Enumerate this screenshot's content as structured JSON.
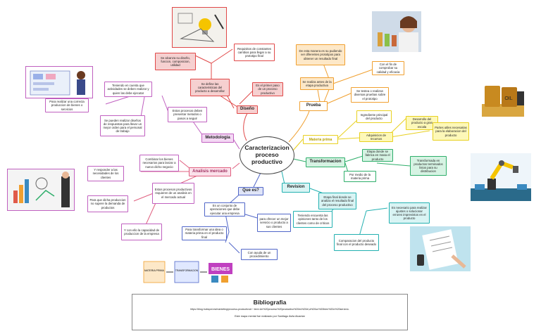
{
  "center": "Caracterizacion proceso productivo",
  "topics": {
    "diseno": "Diseño",
    "prueba": "Prueba",
    "materia_prima": "Materia prima",
    "transformacion": "Transformacion",
    "revision": "Revision",
    "que_es": "Que es?",
    "analisis": "Analisis mercado",
    "metodologia": "Metodologia"
  },
  "diseno": {
    "n1": "Se alcanza su diseño, funcion, composicion, utilidad",
    "n2": "Requisitos de constantes cambios para llegar a su prototipo final",
    "n3": "Se define las caracteristicas del producto a desarrollar",
    "n4": "Es el primer paso de un proceso productivo"
  },
  "prueba": {
    "n1": "De esta manera es su pudiendo ver diferentes prototipos para obtener un resultado final",
    "n2": "Con el fin de comprobar su calidad y eficacia",
    "n3": "Se realiza antes de la etapa productiva",
    "n4": "Se testea o realizan diversas pruebas sobre el prototipo"
  },
  "materia": {
    "n1": "Ingrediente principal del producto",
    "n2": "Desarrollo del producto a gran escala",
    "n3": "Adquisicion de recursos",
    "n4": "Partes utiles necesarias para la elaboracion del producto"
  },
  "transformacion": {
    "n1": "Etapa donde se fabrica en masa el producto",
    "n2": "Por medio de la materia prima",
    "n3": "Transformada en productos terminados listos para su distribucion"
  },
  "revision": {
    "n1": "Etapa final donde se analiza el resultado final del proceso productivo",
    "n2": "Teniendo encuenta las opiniones tanto de los clientes como de criticos",
    "n3": "Es necesario para realizar ajustes o solucionar errores imprevistos en el producto",
    "n4": "Comparacion del producto final con el producto deseado"
  },
  "que_es": {
    "n1": "Es un conjunto de operaciones que debe ejecutar una empresa",
    "n2": "para ofrecer un mejor servicio o producto a sus clientes",
    "n3": "Para transformar una idea o materia prima en el producto final",
    "n4": "Con ayuda de un procedimiento"
  },
  "analisis": {
    "n1": "Combinar los bienes necesarios para lanzar a nuevo dicho negocio",
    "n2": "Y responder a las necesidades de los clientes",
    "n3": "Estos procesos productivos requieren de un analisis en el mercado actual",
    "n4": "Para que dicha produccion no supere la demanda de productos",
    "n5": "Y con ello la capacidad de produccion de la empresa"
  },
  "metodologia": {
    "n1": "Estos procesos deben presentar metodos o pasos a seguir",
    "n2": "Teniendo en cuenta que actividades se deben realizar y quien las debe ejecutar",
    "n3": "Para realizar una correcta produccion de bienes o servicios",
    "n4": "Se pueden realizar diseños de respuestas para llevar un mejor orden para el personal de trabajo"
  },
  "pictures": {
    "bulb_icon": "lightbulb-sketch-icon",
    "lab_icon": "scientist-testing-icon",
    "barrels_icon": "oil-barrels-icon",
    "factory_icon": "industrial-robot-arm-icon",
    "review_icon": "document-review-icon",
    "strategy_icon": "business-strategy-icon",
    "workshop_icon": "planning-board-icon",
    "process_icon": "materials-to-goods-icon",
    "process_label_1": "MATERIA PRIMA",
    "process_label_2": "TRANSFORMACION",
    "process_label_3": "BIENES",
    "oil_label": "OIL"
  },
  "bibliografia": {
    "title": "Bibliografia",
    "url": "https://blog.hubspot.es/marketing/proceso-productivo#:~:text=Un%20proceso%20productivo%20es%20el,a%20un%20bien%20o%20servicio.",
    "author": "Este mapa mental fue realizado por Santiago Avila Alcantar"
  },
  "colors": {
    "diseno": "#e04848",
    "prueba": "#f0a030",
    "materia": "#e8d020",
    "transformacion": "#2eae6a",
    "revision": "#22b0b0",
    "que_es": "#5066c8",
    "analisis": "#e06080",
    "metodologia": "#c060c0"
  }
}
